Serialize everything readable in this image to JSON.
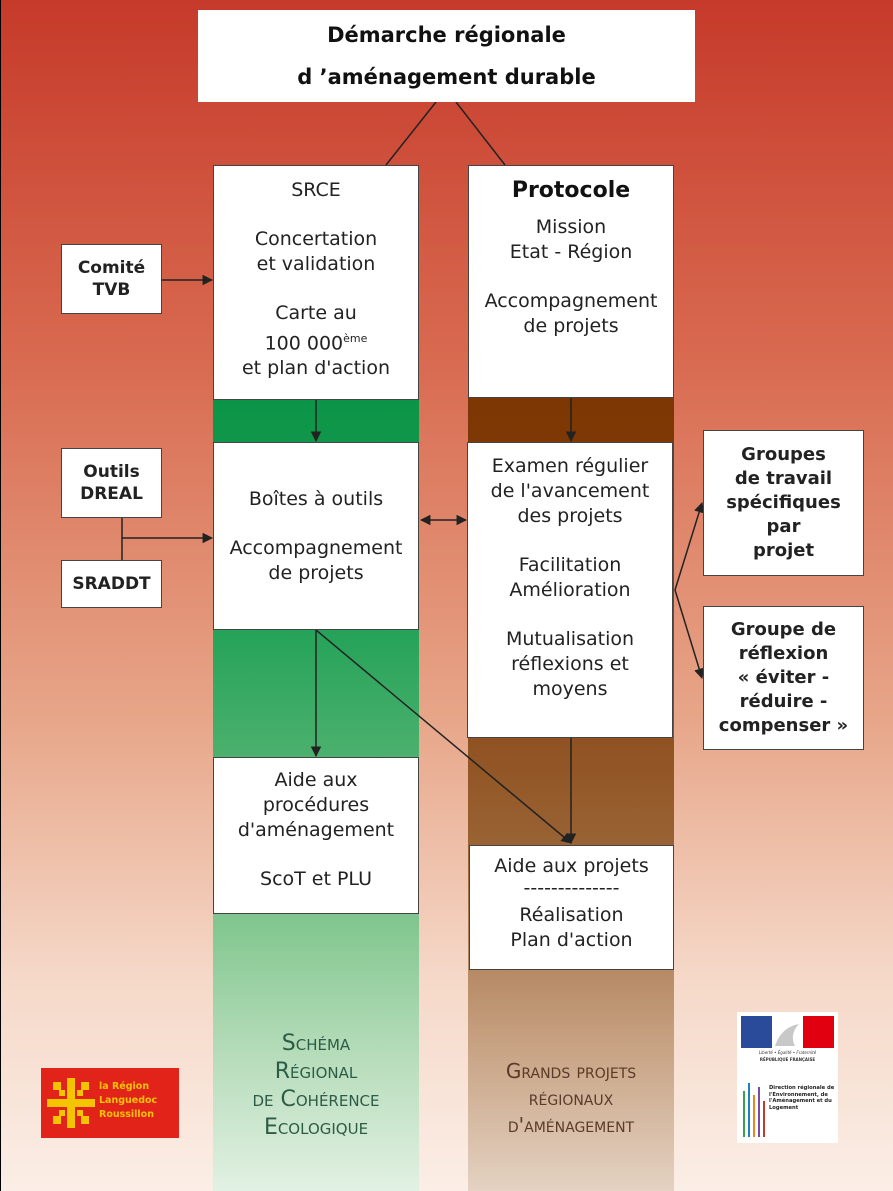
{
  "title": {
    "line1": "Démarche régionale",
    "line2": "d ’aménagement durable"
  },
  "srce": {
    "heading": "SRCE",
    "line1": "Concertation",
    "line2": "et validation",
    "line3": "Carte au",
    "line4_prefix": "100 000",
    "line4_sup": "ème",
    "line5": "et plan d'action"
  },
  "protocole": {
    "title": "Protocole",
    "line1": "Mission",
    "line2": "Etat - Région",
    "line3": "Accompagnement",
    "line4": "de projets"
  },
  "comite": {
    "line1": "Comité",
    "line2": "TVB"
  },
  "outils": {
    "line1": "Outils",
    "line2": "DREAL"
  },
  "sraddt": {
    "label": "SRADDT"
  },
  "boites": {
    "line1": "Boîtes à outils",
    "line2": "Accompagnement",
    "line3": "de projets"
  },
  "examen": {
    "line1": "Examen régulier",
    "line2": "de l'avancement",
    "line3": "des projets",
    "line4": "Facilitation",
    "line5": "Amélioration",
    "line6": "Mutualisation",
    "line7": "réflexions et",
    "line8": "moyens"
  },
  "groupes": {
    "line1": "Groupes",
    "line2": "de travail",
    "line3": "spécifiques",
    "line4": "par",
    "line5": "projet"
  },
  "reflexion": {
    "line1": "Groupe de",
    "line2": "réflexion",
    "line3": "« éviter -",
    "line4": "réduire -",
    "line5": "compenser »"
  },
  "aide_procedures": {
    "line1": "Aide aux",
    "line2": "procédures",
    "line3": "d'aménagement",
    "line4": "ScoT et PLU"
  },
  "aide_projets": {
    "line1": "Aide aux projets",
    "line2": "--------------",
    "line3": "Réalisation",
    "line4": "Plan d'action"
  },
  "bottom_labels": {
    "scre": [
      "Schéma",
      "Régional",
      "de Cohérence",
      "Ecologique"
    ],
    "grands": [
      "Grands projets",
      "régionaux",
      "d'aménagement"
    ]
  },
  "logos": {
    "region": {
      "text": "la Région\nLanguedoc\nRoussillon"
    },
    "republique": {
      "motto": "Liberté • Égalité • Fraternité",
      "name": "RÉPUBLIQUE FRANÇAISE"
    },
    "dreal": {
      "text": "Direction régionale de l'Environnement, de l'Aménagement et du Logement"
    }
  },
  "colors": {
    "background_top": "#c63a2a",
    "background_bottom": "#fbeee6",
    "green_column": "#0b9447",
    "brown_column": "#7a3400",
    "box_fill": "#ffffff",
    "connector": "#222222",
    "region_logo_red": "#e2231a",
    "region_logo_yellow": "#f5c400"
  }
}
